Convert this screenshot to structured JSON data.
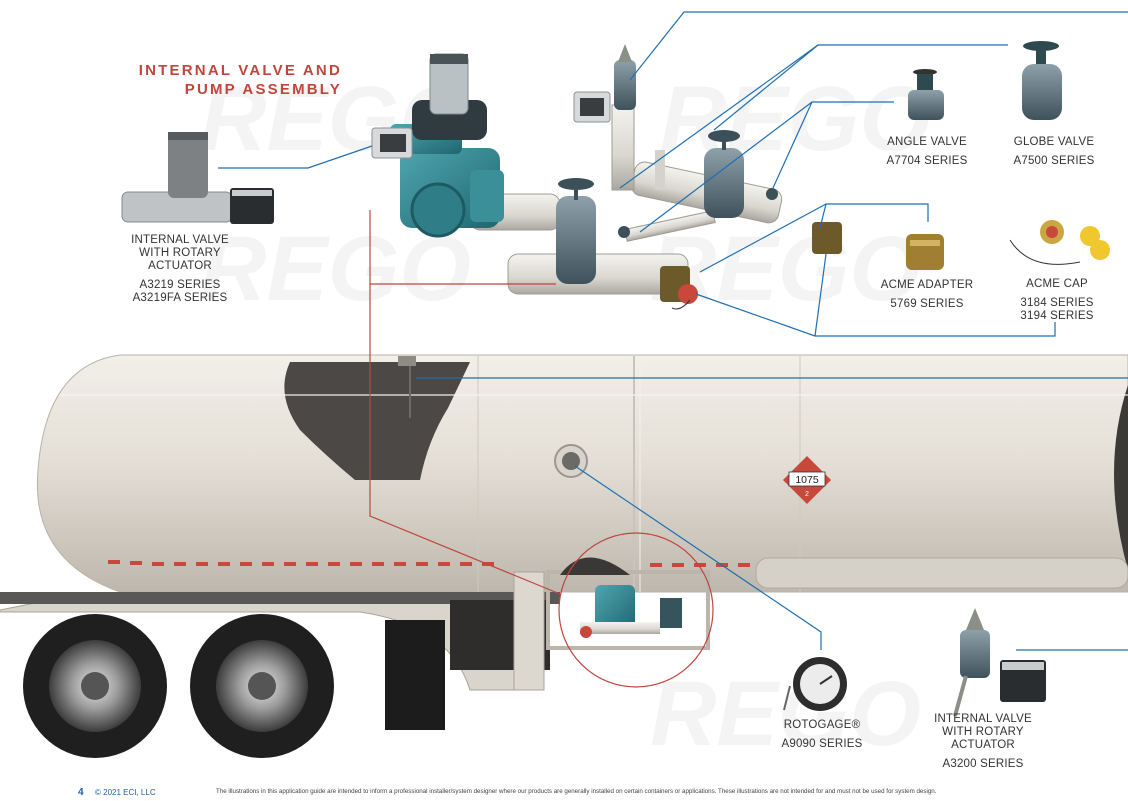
{
  "section_title_line1": "INTERNAL VALVE AND",
  "section_title_line2": "PUMP ASSEMBLY",
  "watermark": "REGO",
  "hazmat_number": "1075",
  "hazmat_class": "2",
  "colors": {
    "accent_red": "#c0463d",
    "callout_blue": "#1f6fb2",
    "brand_blue": "#1f5fa5"
  },
  "products": [
    {
      "id": "internal-valve-rotary",
      "name_lines": [
        "INTERNAL VALVE",
        "WITH ROTARY",
        "ACTUATOR"
      ],
      "series_lines": [
        "A3219 SERIES",
        "A3219FA SERIES"
      ]
    },
    {
      "id": "angle-valve",
      "name_lines": [
        "ANGLE VALVE"
      ],
      "series_lines": [
        "A7704 SERIES"
      ]
    },
    {
      "id": "globe-valve",
      "name_lines": [
        "GLOBE VALVE"
      ],
      "series_lines": [
        "A7500 SERIES"
      ]
    },
    {
      "id": "acme-adapter",
      "name_lines": [
        "ACME ADAPTER"
      ],
      "series_lines": [
        "5769 SERIES"
      ]
    },
    {
      "id": "acme-cap",
      "name_lines": [
        "ACME CAP"
      ],
      "series_lines": [
        "3184 SERIES",
        "3194 SERIES"
      ]
    },
    {
      "id": "rotogage",
      "name_lines": [
        "ROTOGAGE®"
      ],
      "series_lines": [
        "A9090 SERIES"
      ]
    },
    {
      "id": "internal-valve-rotary-2",
      "name_lines": [
        "INTERNAL VALVE",
        "WITH ROTARY",
        "ACTUATOR"
      ],
      "series_lines": [
        "A3200 SERIES"
      ]
    }
  ],
  "footer": {
    "page_number": "4",
    "copyright": "© 2021 ECI, LLC",
    "disclaimer": "The illustrations in this application guide are intended to inform a professional installer/system designer where our products are generally installed on certain containers or applications. These illustrations are not intended for and must not be used for system design."
  }
}
